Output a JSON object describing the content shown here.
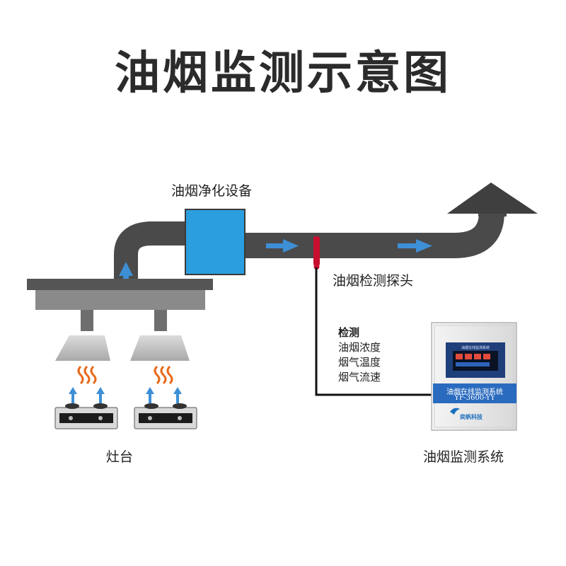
{
  "title": "油烟监测示意图",
  "labels": {
    "purifier": "油烟净化设备",
    "probe": "油烟检测探头",
    "stove": "灶台",
    "system": "油烟监测系统"
  },
  "measurements": {
    "heading": "检测",
    "items": [
      "油烟浓度",
      "烟气温度",
      "烟气流速"
    ]
  },
  "device": {
    "screen_title": "油烟在线监测系统",
    "name": "油烟在线监测系统",
    "model": "YF-3600-YY",
    "brand": "奕帆科技"
  },
  "colors": {
    "duct": "#4a4a4a",
    "purifier": "#2b9ee0",
    "arrow": "#3d8fd6",
    "probe": "#c8102e",
    "heat": "#e86a1c",
    "cable": "#111111"
  }
}
